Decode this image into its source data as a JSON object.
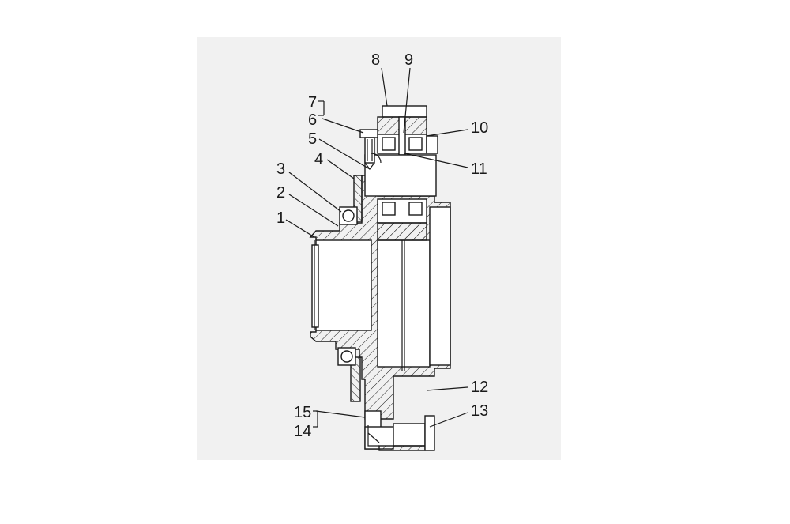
{
  "diagram": {
    "colors": {
      "background": "#ffffff",
      "panel": "#f1f1f1",
      "line": "#1a1a1a",
      "part_fill": "#ffffff"
    },
    "labels": {
      "l1": "1",
      "l2": "2",
      "l3": "3",
      "l4": "4",
      "l5": "5",
      "l6": "6",
      "l7": "7",
      "l8": "8",
      "l9": "9",
      "l10": "10",
      "l11": "11",
      "l12": "12",
      "l13": "13",
      "l14": "14",
      "l15": "15"
    }
  }
}
